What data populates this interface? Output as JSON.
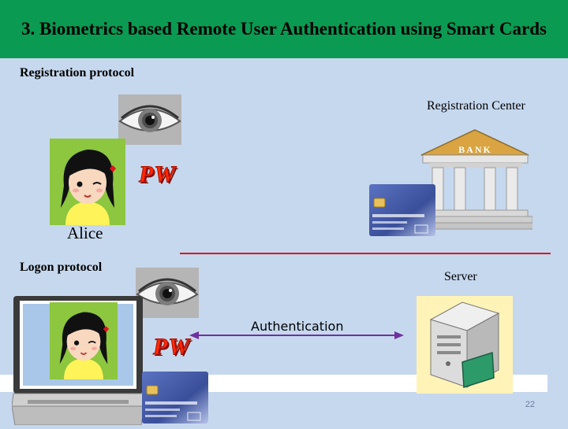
{
  "slide": {
    "title": "3. Biometrics based Remote User Authentication using Smart Cards",
    "registration_label": "Registration protocol",
    "registration_center_label": "Registration Center",
    "bank_sign": "BANK",
    "alice_label": "Alice",
    "logon_label": "Logon protocol",
    "server_label": "Server",
    "authentication_label": "Authentication",
    "pw_text": "PW",
    "page_number": "22"
  },
  "colors": {
    "title_bar": "#0a9a52",
    "background": "#c6d8ee",
    "divider": "#e0141e",
    "pw": "#ff2a00",
    "arrow": "#7030a0"
  },
  "icons": [
    "eye-icon",
    "smart-card-icon",
    "bank-icon",
    "laptop-icon",
    "server-icon",
    "avatar-alice"
  ]
}
